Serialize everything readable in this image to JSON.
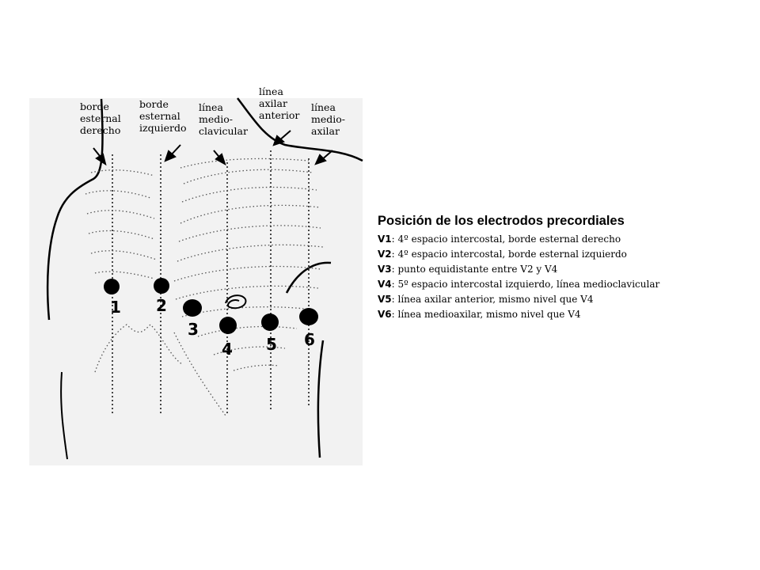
{
  "labels": {
    "borde_esternal_derecho": [
      "borde",
      "esternal",
      "derecho"
    ],
    "borde_esternal_izquierdo": [
      "borde",
      "esternal",
      "izquierdo"
    ],
    "linea_medioclavicular": [
      "línea",
      "medio-",
      "clavicular"
    ],
    "linea_axilar_anterior": [
      "línea",
      "axilar",
      "anterior"
    ],
    "linea_medioaxilar": [
      "línea",
      "medio-",
      "axilar"
    ]
  },
  "electrode_numbers": [
    "1",
    "2",
    "3",
    "4",
    "5",
    "6"
  ],
  "legend": {
    "title": "Posición de los electrodos precordiales",
    "items": [
      {
        "code": "V1",
        "text": ": 4º espacio intercostal, borde esternal derecho"
      },
      {
        "code": "V2",
        "text": ": 4º espacio intercostal, borde esternal izquierdo"
      },
      {
        "code": "V3",
        "text": ": punto equidistante entre V2 y V4"
      },
      {
        "code": "V4",
        "text": ": 5º espacio intercostal izquierdo, línea medioclavicular"
      },
      {
        "code": "V5",
        "text": ": línea axilar anterior, mismo nivel que V4"
      },
      {
        "code": "V6",
        "text": ": línea medioaxilar, mismo nivel que V4"
      }
    ]
  }
}
